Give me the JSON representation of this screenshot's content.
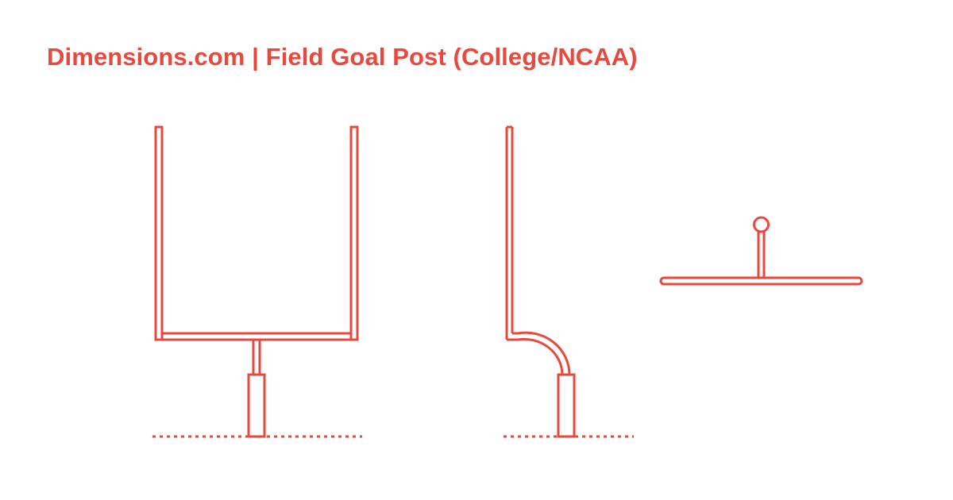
{
  "header": {
    "title": "Dimensions.com | Field Goal Post (College/NCAA)"
  },
  "colors": {
    "accent": "#e9483c",
    "background": "#ffffff"
  },
  "views": [
    {
      "name": "front-elevation"
    },
    {
      "name": "side-elevation"
    },
    {
      "name": "top-plan"
    }
  ]
}
